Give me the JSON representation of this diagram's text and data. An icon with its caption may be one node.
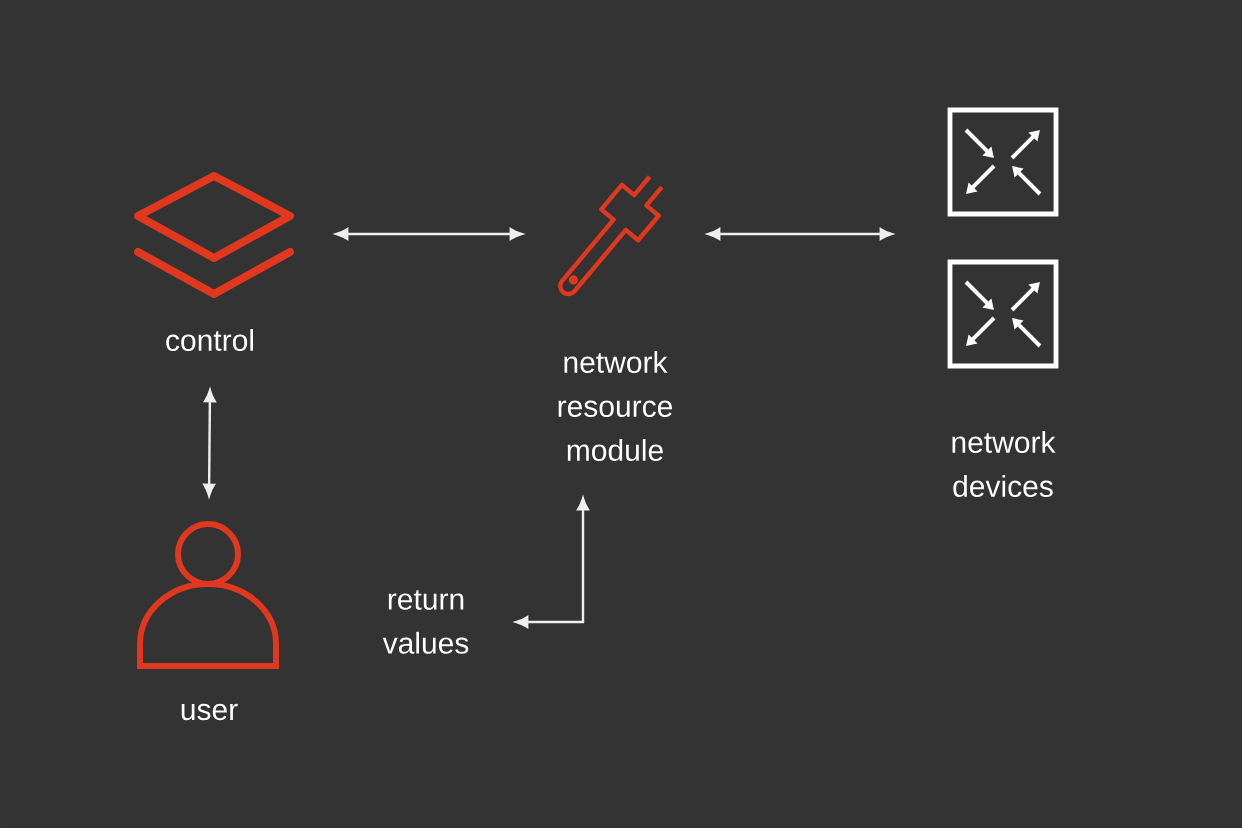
{
  "diagram": {
    "nodes": [
      {
        "text": [
          "control"
        ]
      },
      {
        "text": [
          "network resource module"
        ]
      },
      {
        "text": [
          "network devices"
        ]
      },
      {
        "text": [
          "user"
        ]
      },
      {
        "text": [
          "return values"
        ]
      }
    ],
    "edges": [
      {
        "from": 0,
        "to": 1,
        "arrow": "both"
      },
      {
        "from": 1,
        "to": 2,
        "arrow": "both"
      },
      {
        "from": 0,
        "to": 3,
        "arrow": "both"
      },
      {
        "from": 4,
        "to": 1,
        "arrow": "both"
      }
    ]
  }
}
